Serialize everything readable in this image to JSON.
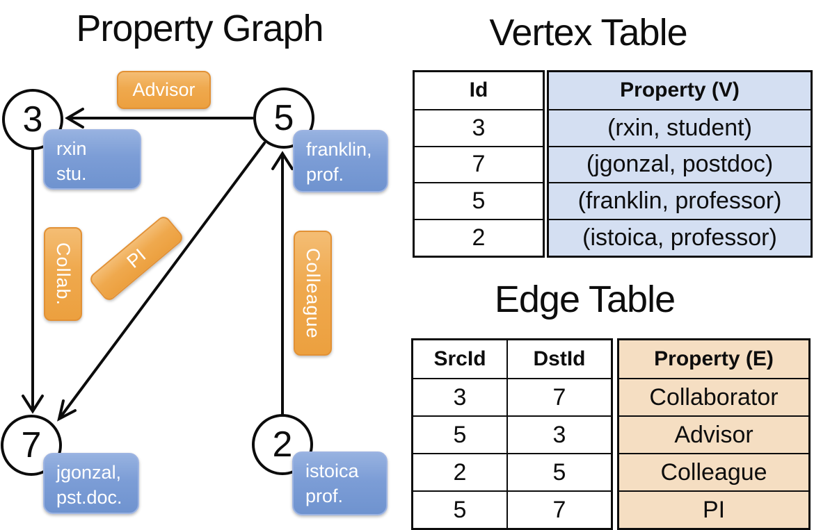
{
  "graph": {
    "title": "Property Graph",
    "nodes": {
      "n3": "3",
      "n5": "5",
      "n7": "7",
      "n2": "2"
    },
    "vertex_props": {
      "rxin": {
        "line1": "rxin",
        "line2": "stu."
      },
      "franklin": {
        "line1": "franklin,",
        "line2": "prof."
      },
      "jgonzal": {
        "line1": "jgonzal,",
        "line2": "pst.doc."
      },
      "istoica": {
        "line1": "istoica",
        "line2": "prof."
      }
    },
    "edge_labels": {
      "advisor": "Advisor",
      "collab": "Collab.",
      "pi": "PI",
      "colleague": "Colleague"
    }
  },
  "vertex_table": {
    "title": "Vertex Table",
    "columns": {
      "id": "Id",
      "property": "Property (V)"
    },
    "rows": [
      {
        "id": "3",
        "property": "(rxin, student)"
      },
      {
        "id": "7",
        "property": "(jgonzal, postdoc)"
      },
      {
        "id": "5",
        "property": "(franklin, professor)"
      },
      {
        "id": "2",
        "property": "(istoica, professor)"
      }
    ]
  },
  "edge_table": {
    "title": "Edge Table",
    "columns": {
      "src": "SrcId",
      "dst": "DstId",
      "property": "Property (E)"
    },
    "rows": [
      {
        "src": "3",
        "dst": "7",
        "property": "Collaborator"
      },
      {
        "src": "5",
        "dst": "3",
        "property": "Advisor"
      },
      {
        "src": "2",
        "dst": "5",
        "property": "Colleague"
      },
      {
        "src": "5",
        "dst": "7",
        "property": "PI"
      }
    ]
  },
  "colors": {
    "edge_label_fill": "#EFA94E",
    "vertex_box_fill": "#7C9DD6",
    "vertex_table_cell": "#D4DFF2",
    "edge_table_cell": "#F5DEC2",
    "line": "#0C0C0C"
  }
}
